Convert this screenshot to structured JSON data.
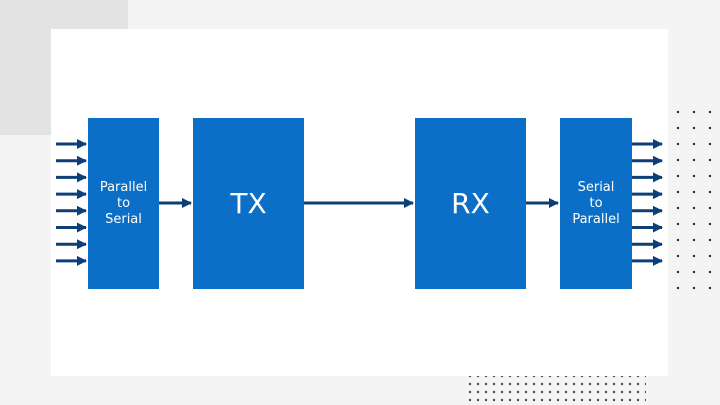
{
  "diagram": {
    "blocks": [
      {
        "id": "parallel-to-serial",
        "lines": [
          "Parallel",
          "to",
          "Serial"
        ]
      },
      {
        "id": "tx",
        "lines": [
          "TX"
        ]
      },
      {
        "id": "rx",
        "lines": [
          "RX"
        ]
      },
      {
        "id": "serial-to-parallel",
        "lines": [
          "Serial",
          "to",
          "Parallel"
        ]
      }
    ],
    "parallel_input_count": 8,
    "parallel_output_count": 8,
    "colors": {
      "block_fill": "#0b6fc8",
      "arrow": "#0c3f78"
    }
  }
}
